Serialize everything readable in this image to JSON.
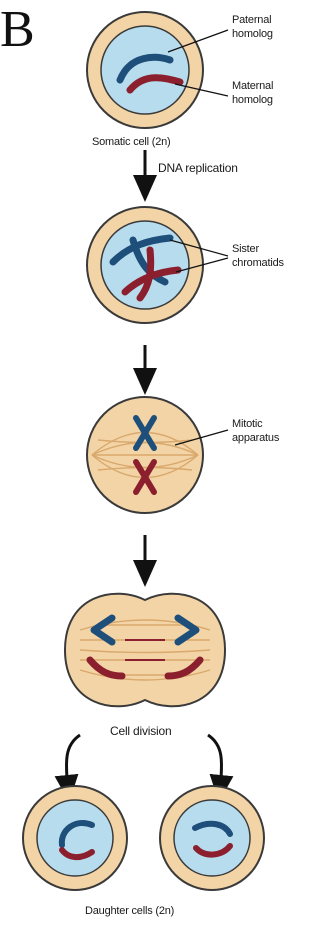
{
  "panel_letter": "B",
  "labels": {
    "paternal": [
      "Paternal",
      "homolog"
    ],
    "maternal": [
      "Maternal",
      "homolog"
    ],
    "somatic_cell": "Somatic cell (2n)",
    "dna_replication": "DNA replication",
    "sister": [
      "Sister",
      "chromatids"
    ],
    "mitotic": [
      "Mitotic",
      "apparatus"
    ],
    "cell_division": "Cell division",
    "daughter_cells": "Daughter cells (2n)"
  },
  "colors": {
    "cytoplasm": "#f3d4a6",
    "nucleus": "#b7dced",
    "paternal": "#1e4f7a",
    "maternal": "#8c1f2e",
    "spindle": "#d9a86c",
    "outline": "#3a3a3a"
  }
}
